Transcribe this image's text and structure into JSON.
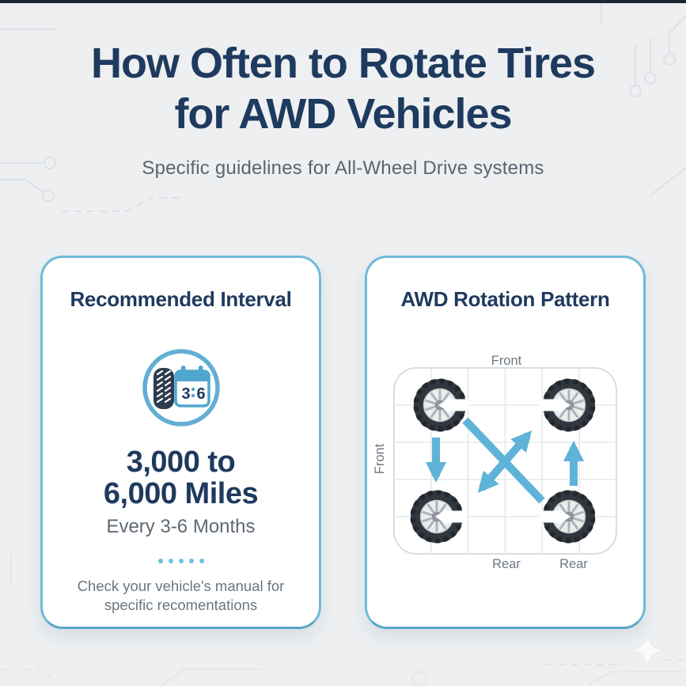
{
  "header": {
    "title_line1": "How Often to Rotate Tires",
    "title_line2": "for AWD Vehicles",
    "subtitle": "Specific guidelines for All-Wheel Drive systems"
  },
  "interval_card": {
    "title": "Recommended Interval",
    "icon": {
      "name": "tire-and-calendar-icon",
      "calendar_left_digit": "3",
      "calendar_right_digit": "6"
    },
    "mileage_line1": "3,000 to",
    "mileage_line2": "6,000 Miles",
    "frequency": "Every 3-6 Months",
    "note_line1": "Check your vehicle's manual for",
    "note_line2": "specific recomentations"
  },
  "pattern_card": {
    "title": "AWD Rotation Pattern",
    "label_front_top": "Front",
    "label_front_left": "Front",
    "label_rear_bottom_left": "Rear",
    "label_rear_bottom_right": "Rear"
  },
  "colors": {
    "background": "#edeff1",
    "heading_navy": "#1e3a5e",
    "card_border_blue": "#6fbad8",
    "arrow_blue": "#5fb3d8",
    "body_gray": "#5d6873"
  }
}
